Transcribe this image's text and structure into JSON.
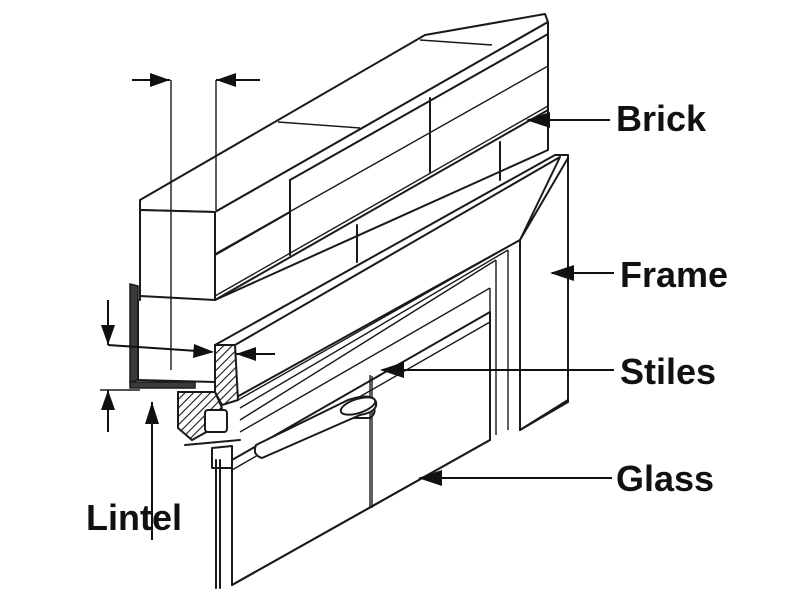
{
  "labels": {
    "brick": "Brick",
    "frame": "Frame",
    "stiles": "Stiles",
    "glass": "Glass",
    "lintel": "Lintel"
  },
  "colors": {
    "ink": "#111111",
    "background": "#ffffff"
  }
}
